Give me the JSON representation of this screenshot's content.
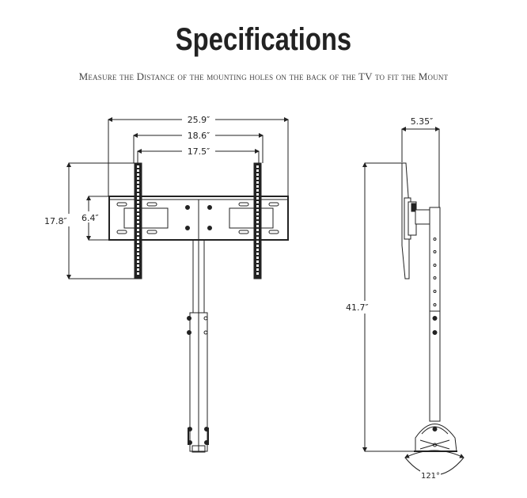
{
  "title": "Specifications",
  "subtitle": "Measure the Distance of the mounting holes on the back of the TV to fit the Mount",
  "front_view": {
    "width_outer": "25.9″",
    "width_mid": "18.6″",
    "width_inner": "17.5″",
    "height_rails": "17.8″",
    "height_plate": "6.4″"
  },
  "side_view": {
    "depth": "5.35″",
    "total_height": "41.7″",
    "swivel_angle": "121°"
  }
}
